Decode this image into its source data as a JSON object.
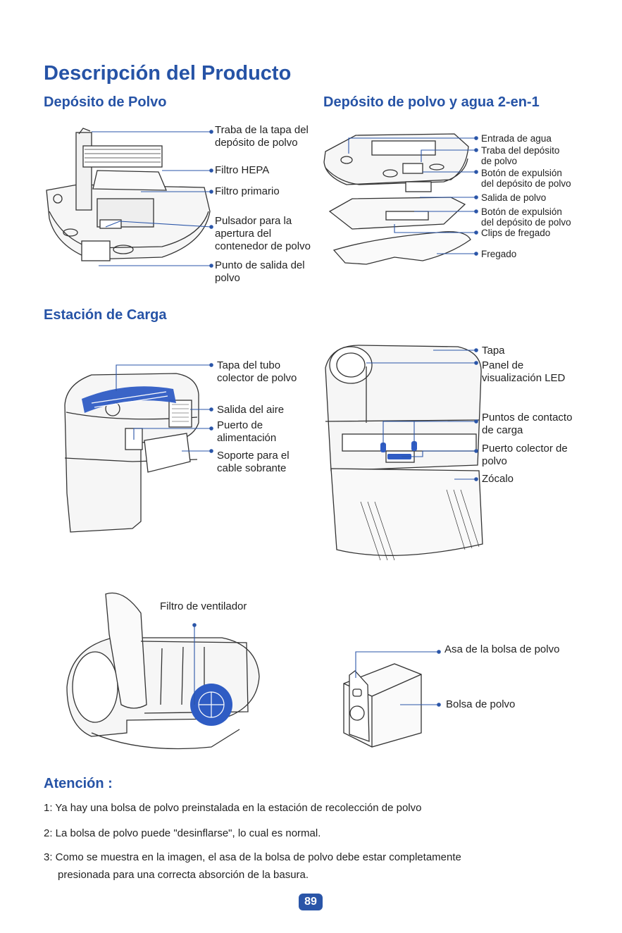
{
  "title": "Descripción del Producto",
  "sections": {
    "dust_box": {
      "title": "Depósito de Polvo",
      "labels": [
        "Traba de la tapa del\ndepósito de polvo",
        "Filtro HEPA",
        "Filtro primario",
        "Pulsador para la\napertura del\ncontenedor de polvo",
        "Punto de salida del\npolvo"
      ]
    },
    "two_in_one": {
      "title": "Depósito de polvo y agua 2-en-1",
      "labels": [
        "Entrada de agua",
        "Traba del depósito\nde polvo",
        "Botón de expulsión\ndel depósito de polvo",
        "Salida de polvo",
        "Botón de expulsión\ndel depósito de polvo",
        "Clips de fregado",
        "Fregado"
      ]
    },
    "station": {
      "title": "Estación de Carga",
      "left_labels": [
        "Tapa del tubo\ncolector de polvo",
        "Salida del aire",
        "Puerto de\nalimentación",
        "Soporte para el\ncable sobrante"
      ],
      "right_labels": [
        "Tapa",
        "Panel de\nvisualización LED",
        "Puntos de contacto\nde carga",
        "Puerto colector de\npolvo",
        "Zócalo"
      ]
    },
    "filter": {
      "label": "Filtro de ventilador"
    },
    "bag": {
      "labels": [
        "Asa de la bolsa de polvo",
        "Bolsa de polvo"
      ]
    }
  },
  "attention": {
    "title": "Atención :",
    "items": [
      "1: Ya hay una bolsa de polvo preinstalada en la estación de recolección de polvo",
      "2: La bolsa de polvo puede \"desinflarse\", lo cual es normal.",
      "3: Como se muestra en la imagen, el asa de la bolsa de polvo debe estar completamente",
      "presionada para una correcta absorción de la basura."
    ]
  },
  "page_number": "89",
  "colors": {
    "accent": "#2653a6",
    "line": "#2a55a8",
    "highlight": "#2f5cc4"
  }
}
